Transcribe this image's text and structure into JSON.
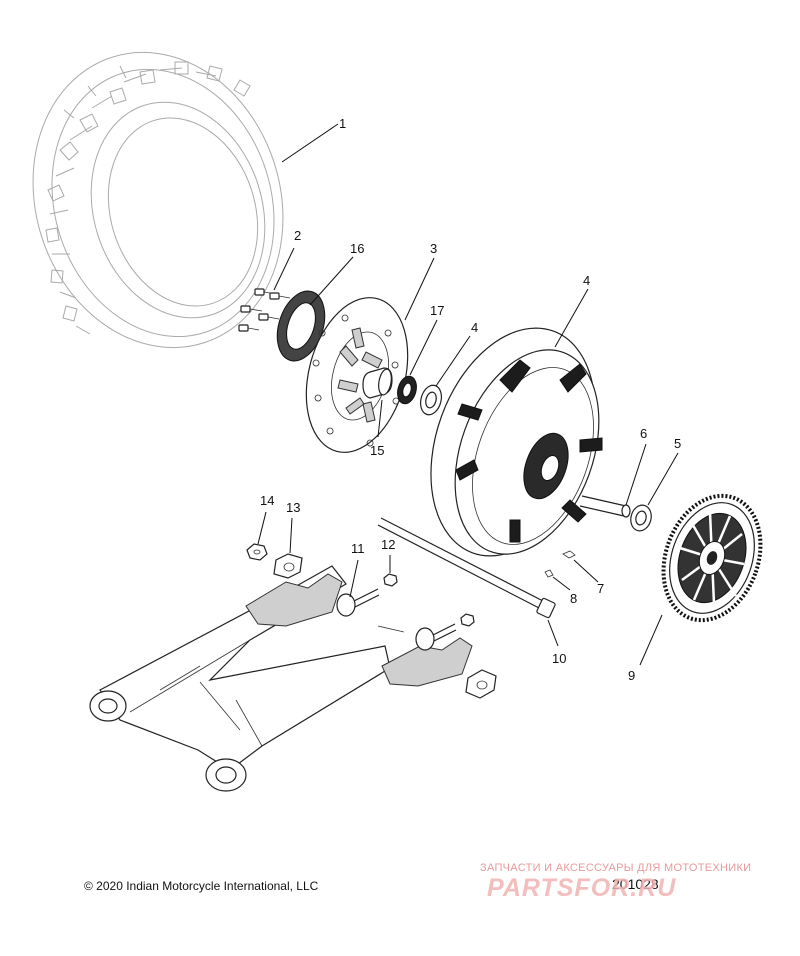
{
  "diagram": {
    "callouts": [
      {
        "id": "c1",
        "label": "1"
      },
      {
        "id": "c2",
        "label": "2"
      },
      {
        "id": "c3",
        "label": "3"
      },
      {
        "id": "c4a",
        "label": "4"
      },
      {
        "id": "c4b",
        "label": "4"
      },
      {
        "id": "c5",
        "label": "5"
      },
      {
        "id": "c6",
        "label": "6"
      },
      {
        "id": "c7",
        "label": "7"
      },
      {
        "id": "c8",
        "label": "8"
      },
      {
        "id": "c9",
        "label": "9"
      },
      {
        "id": "c10",
        "label": "10"
      },
      {
        "id": "c11",
        "label": "11"
      },
      {
        "id": "c12",
        "label": "12"
      },
      {
        "id": "c13",
        "label": "13"
      },
      {
        "id": "c14",
        "label": "14"
      },
      {
        "id": "c15",
        "label": "15"
      },
      {
        "id": "c16",
        "label": "16"
      },
      {
        "id": "c17",
        "label": "17"
      }
    ]
  },
  "footer": {
    "copyright": "© 2020 Indian Motorcycle International, LLC",
    "drawing_number": "201028"
  },
  "watermark": {
    "tagline": "ЗАПЧАСТИ И АКСЕССУАРЫ ДЛЯ МОТОТЕХНИКИ",
    "logo": "PARTSFOR.RU"
  }
}
